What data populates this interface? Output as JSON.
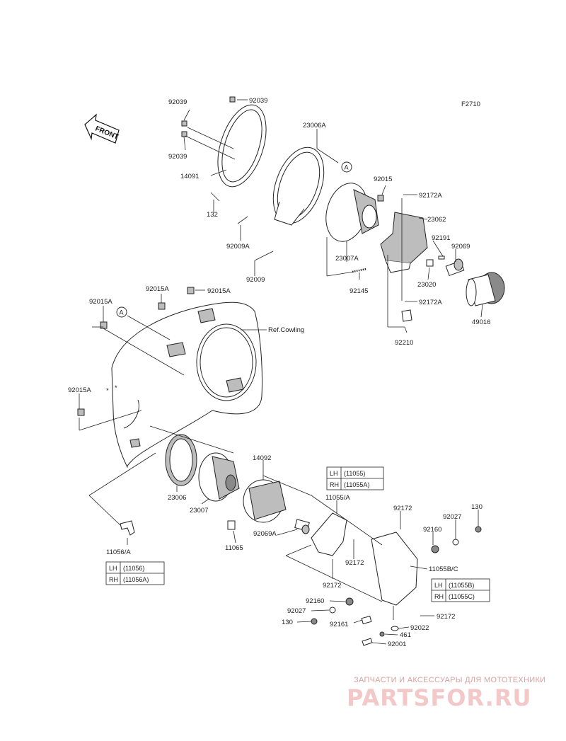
{
  "figure_code": "F2710",
  "front_arrow_label": "FRONT",
  "ref_label": "Ref.Cowling",
  "callout_a": "A",
  "labels": {
    "p92039_a": "92039",
    "p92039_b": "92039",
    "p92039_c": "92039",
    "p23006A": "23006A",
    "p14091": "14091",
    "p132": "132",
    "p92009A": "92009A",
    "p92009": "92009",
    "p92015": "92015",
    "p23007A": "23007A",
    "p92145": "92145",
    "p92172A_top": "92172A",
    "p23062": "23062",
    "p92191": "92191",
    "p92069": "92069",
    "p23020": "23020",
    "p92172A_bot": "92172A",
    "p49016": "49016",
    "p92210": "92210",
    "p92015A_a": "92015A",
    "p92015A_b": "92015A",
    "p92015A_c": "92015A",
    "p92015A_d": "92015A",
    "p14092": "14092",
    "p23006": "23006",
    "p23007": "23007",
    "p11065": "11065",
    "p92069A": "92069A",
    "p11055A_part": "11055/A",
    "p11056A_part": "11056/A",
    "p92172_a": "92172",
    "p92172_b": "92172",
    "p92172_c": "92172",
    "p92172_d": "92172",
    "p92160_a": "92160",
    "p92160_b": "92160",
    "p92027_a": "92027",
    "p92027_b": "92027",
    "p130_a": "130",
    "p130_b": "130",
    "p11055BC": "11055B/C",
    "p92161": "92161",
    "p92022": "92022",
    "p461": "461",
    "p92001": "92001"
  },
  "tables": {
    "t11055": [
      {
        "side": "LH",
        "part": "(11055)"
      },
      {
        "side": "RH",
        "part": "(11055A)"
      }
    ],
    "t11056": [
      {
        "side": "LH",
        "part": "(11056)"
      },
      {
        "side": "RH",
        "part": "(11056A)"
      }
    ],
    "t11055BC": [
      {
        "side": "LH",
        "part": "(11055B)"
      },
      {
        "side": "RH",
        "part": "(11055C)"
      }
    ]
  },
  "watermark": {
    "tagline": "ЗАПЧАСТИ И АКСЕССУАРЫ ДЛЯ МОТОТЕХНИКИ",
    "site": "PARTSFOR.RU"
  },
  "colors": {
    "line": "#222222",
    "shade": "#bdbdbd",
    "watermark": "#f3c8c8"
  }
}
